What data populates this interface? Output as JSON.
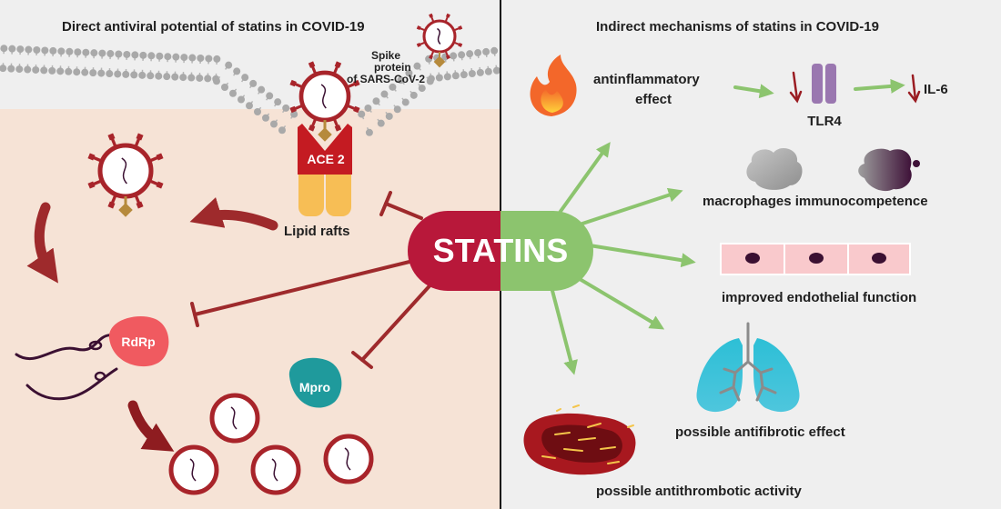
{
  "left_title": "Direct antiviral potential of statins in COVID-19",
  "right_title": "Indirect mechanisms of statins in COVID-19",
  "center_label": "STATINS",
  "spike_label": [
    "Spike",
    "protein",
    "of SARS-CoV-2"
  ],
  "ace2_label": "ACE 2",
  "lipid_rafts_label": "Lipid rafts",
  "rdrp_label": "RdRp",
  "mpro_label": "Mpro",
  "antiinflammatory_label": [
    "antinflammatory",
    "effect"
  ],
  "tlr4_label": "TLR4",
  "il6_label": "IL-6",
  "macrophages_label": "macrophages immunocompetence",
  "endothelial_label": "improved endothelial function",
  "antifibrotic_label": "possible antifibrotic effect",
  "antithrombotic_label": "possible antithrombotic activity",
  "colors": {
    "left_bg": "#f6e3d6",
    "right_bg": "#efefef",
    "statins_left": "#b8183a",
    "statins_right": "#8cc46e",
    "virus": "#a8242a",
    "inhibit_line": "#9e2a2c",
    "arrow_green": "#8cc46e",
    "rdrp": "#f05a60",
    "mpro": "#1f9a9c",
    "tlr4": "#9a77b0",
    "lung": "#29b5cf",
    "endothelium": "#f9c9cc",
    "nucleus": "#3b1032"
  }
}
